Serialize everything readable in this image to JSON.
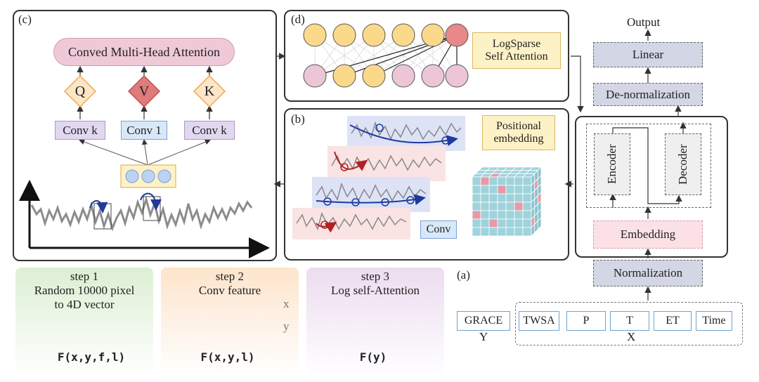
{
  "panel_c": {
    "label": "(c)",
    "attention": "Conved Multi-Head Attention",
    "q": "Q",
    "v": "V",
    "k": "K",
    "conv_k_left": "Conv k",
    "conv_1": "Conv 1",
    "conv_k_right": "Conv k"
  },
  "panel_d": {
    "label": "(d)",
    "logsparse": "LogSparse\nSelf Attention"
  },
  "panel_b": {
    "label": "(b)",
    "positional": "Positional\nembedding",
    "conv": "Conv"
  },
  "panel_a": {
    "label": "(a)",
    "output": "Output",
    "linear": "Linear",
    "denorm": "De-normalization",
    "encoder": "Encoder",
    "decoder": "Decoder",
    "embedding": "Embedding",
    "normalization": "Normalization",
    "grace": "GRACE",
    "y_label": "Y",
    "x_label": "X",
    "features": [
      "TWSA",
      "P",
      "T",
      "ET",
      "Time"
    ]
  },
  "steps": [
    {
      "title": "step 1",
      "desc": "Random 10000 pixel\nto 4D vector",
      "formula": "F(x,y,f,l)"
    },
    {
      "title": "step 2",
      "desc": "Conv feature",
      "formula": "F(x,y,l)",
      "axis_x": "x",
      "axis_y": "y"
    },
    {
      "title": "step 3",
      "desc": "Log self-Attention",
      "formula": "F(y)"
    }
  ],
  "colors": {
    "yellow_node": "#fbd98b",
    "red_node": "#e88888",
    "pink_node": "#ecc6d6",
    "blue_curve": "#1f3a9c",
    "red_curve": "#b22222",
    "dash_box": "#d3d6e4",
    "pink_box": "#fbe1e6",
    "cube": "#9fd3dc",
    "cube_red": "#e79aa6",
    "step1_bg": "#dcefd3",
    "step2_bg": "#fde4cc",
    "step3_bg": "#ecdcef"
  }
}
